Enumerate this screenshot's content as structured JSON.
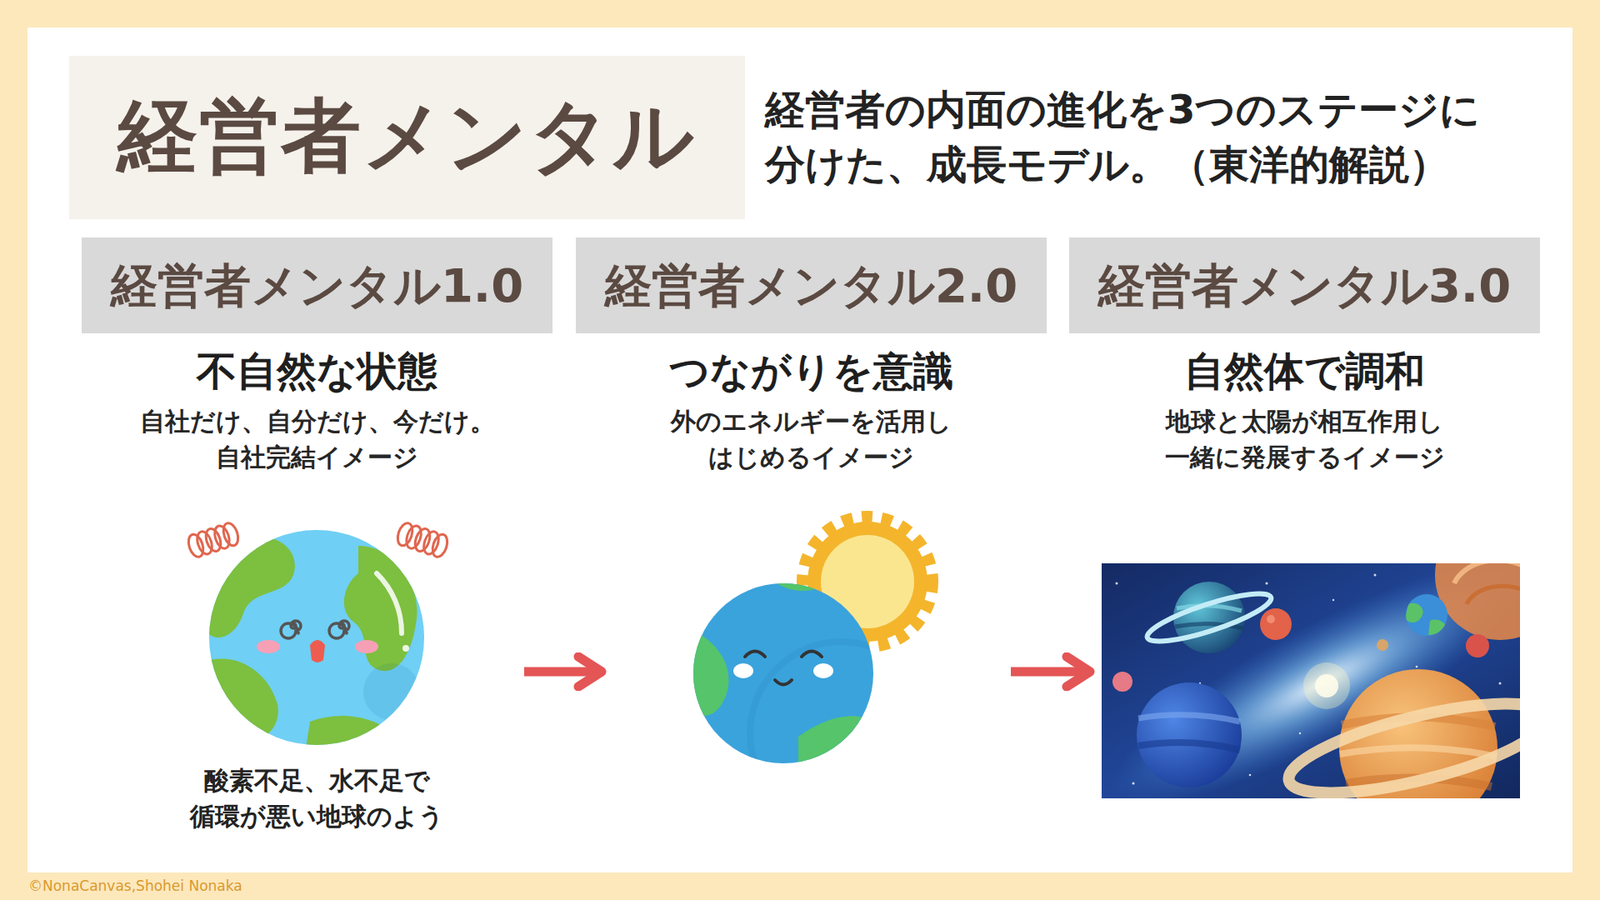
{
  "diagram": {
    "title": "経営者メンタル",
    "nodes": [
      {
        "text": [
          "経営者メンタル1.0",
          "不自然な状態",
          "自社だけ、自分だけ、今だけ。 自社完結イメージ"
        ]
      },
      {
        "text": [
          "経営者メンタル2.0",
          "つながりを意識",
          "外のエネルギーを活用し はじめるイメージ"
        ]
      },
      {
        "text": [
          "経営者メンタル3.0",
          "自然体で調和",
          "地球と太陽が相互作用し 一緒に発展するイメージ"
        ]
      }
    ],
    "edges": [
      {
        "from": 0,
        "to": 1,
        "arrow": "to"
      },
      {
        "from": 1,
        "to": 2,
        "arrow": "to"
      }
    ],
    "labels": [
      "経営者の内面の進化を3つのステージに 分けた、成長モデル。（東洋的解説）",
      "酸素不足、水不足で 循環が悪い地球のよう",
      "©NonaCanvas,Shohei Nonaka"
    ]
  }
}
